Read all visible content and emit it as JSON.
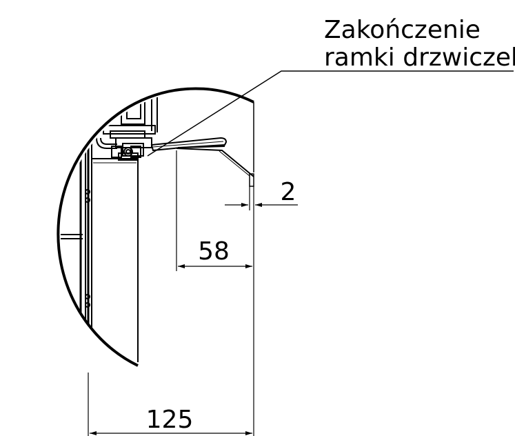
{
  "callout": {
    "line1": "Zakończenie",
    "line2": "ramki drzwiczek."
  },
  "dimensions": {
    "gap": "2",
    "offset": "58",
    "total": "125"
  },
  "colors": {
    "stroke": "#000000",
    "background": "#ffffff"
  }
}
